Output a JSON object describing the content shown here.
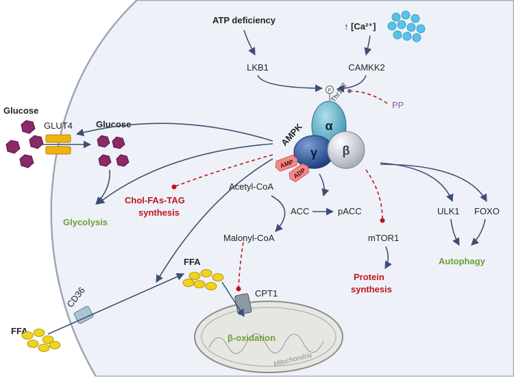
{
  "labels": {
    "atp_deficiency": "ATP deficiency",
    "calcium_arrow": "↑",
    "calcium": "[Ca²⁺]",
    "lkb1": "LKB1",
    "camkk2": "CAMKK2",
    "thr172": "Thr172",
    "phospho": "P",
    "pp": "PP",
    "ampk": "AMPK",
    "alpha": "α",
    "gamma": "γ",
    "beta": "β",
    "amp": "AMP",
    "adp": "ADP",
    "glucose_outside": "Glucose",
    "glut4": "GLUT4",
    "glucose_inside": "Glucose",
    "glycolysis": "Glycolysis",
    "chol_line1": "Chol-FAs-TAG",
    "chol_line2": "synthesis",
    "acetyl_coa": "Acetyl-CoA",
    "acc": "ACC",
    "pacc": "pACC",
    "malonyl_coa": "Malonyl-CoA",
    "mtor1": "mTOR1",
    "protein_line1": "Protein",
    "protein_line2": "synthesis",
    "ulk1": "ULK1",
    "foxo": "FOXO",
    "autophagy": "Autophagy",
    "ffa_inside": "FFA",
    "ffa_outside": "FFA",
    "cd36": "CD36",
    "cpt1": "CPT1",
    "beta_oxidation": "β-oxidation",
    "mitochondria": "Mitochondria"
  },
  "colors": {
    "cell_fill": "#eef1f7",
    "cell_stroke": "#9aa5b8",
    "arrow": "#3d4f73",
    "inhibition": "#c0141c",
    "outcome_green": "#6aa033",
    "outcome_red": "#c0141c",
    "subunit_alpha": "#6fb7cc",
    "subunit_gamma": "#3a5fa8",
    "subunit_beta": "#c8ccd6",
    "glucose": "#8a2a66",
    "ffa": "#f2d21c",
    "calcium_dots": "#58c2ea",
    "transporter": "#f0b40f"
  }
}
